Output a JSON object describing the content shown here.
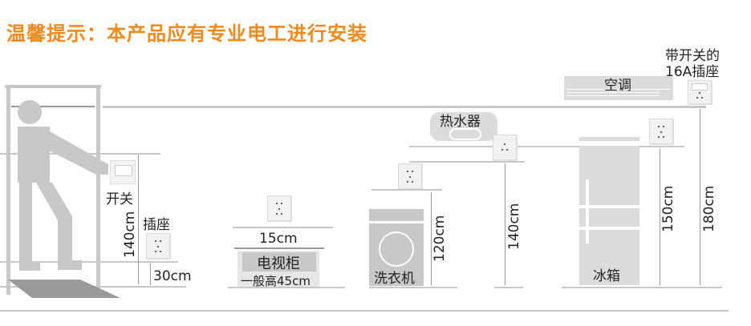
{
  "title": "温馨提示：本产品应有专业电工进行安装",
  "colors": {
    "title": "#f08a1e",
    "lines": "#c8c8c8",
    "figure": "#c8c8c8",
    "floor": "#999999"
  },
  "labels": {
    "switch": "开关",
    "socket": "插座",
    "socket_height": "30cm",
    "switch_height": "140cm",
    "tv_gap": "15cm",
    "tv_cabinet": "电视柜",
    "tv_cabinet_height": "一般高45cm",
    "washer": "洗衣机",
    "washer_height": "120cm",
    "water_heater": "热水器",
    "water_heater_height": "140cm",
    "fridge": "冰箱",
    "fridge_height": "150cm",
    "ac": "空调",
    "ac_socket_line1": "带开关的",
    "ac_socket_line2": "16A插座",
    "ac_height": "180cm"
  },
  "icons": [
    "person-figure",
    "door-frame",
    "wall-switch-icon",
    "wall-socket-icon",
    "tv-cabinet",
    "washing-machine",
    "water-heater",
    "refrigerator",
    "air-conditioner"
  ]
}
